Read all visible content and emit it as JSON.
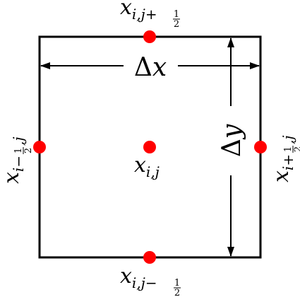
{
  "colors": {
    "cell_border": "#000000",
    "node": "#ff0000",
    "arrow": "#000000",
    "background": "#ffffff"
  },
  "labels": {
    "dx_symbol": "Δ",
    "dx_var": "x",
    "dy_symbol": "Δ",
    "dy_var": "y",
    "center_var": "x",
    "center_sub": "i,j",
    "top_var": "x",
    "top_sub_prefix": "i,j+",
    "top_frac_num": "1",
    "top_frac_den": "2",
    "bottom_var": "x",
    "bottom_sub_prefix": "i,j−",
    "bottom_frac_num": "1",
    "bottom_frac_den": "2",
    "left_var": "x",
    "left_sub_prefix": "i−",
    "left_frac_num": "1",
    "left_frac_den": "2",
    "left_sub_suffix": ",j",
    "right_var": "x",
    "right_sub_prefix": "i+",
    "right_frac_num": "1",
    "right_frac_den": "2",
    "right_sub_suffix": ",j"
  }
}
